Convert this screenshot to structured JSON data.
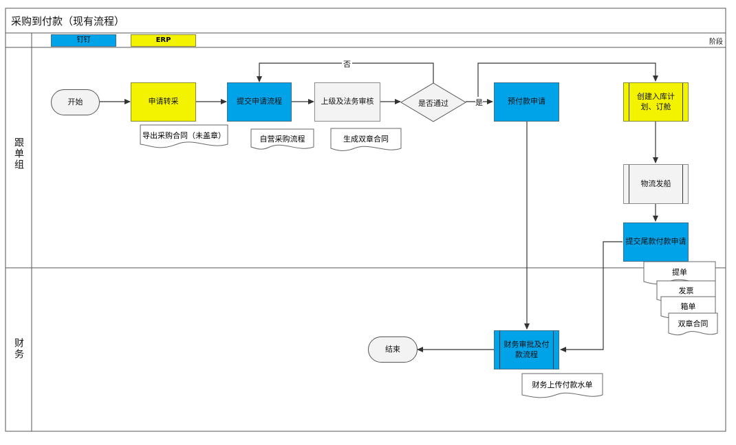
{
  "title": "采购到付款（现有流程）",
  "phase_bar": {
    "tags": [
      "钉钉",
      "ERP"
    ],
    "stage_label": "阶段"
  },
  "lanes": [
    "跟单组",
    "财务"
  ],
  "colors": {
    "process_blue": "#00a2e8",
    "process_yellow": "#f3f300",
    "process_gray": "#f3f3f3",
    "line": "#333333"
  },
  "nodes": {
    "start": "开始",
    "apply_transfer": "申请转采",
    "submit_flow": "提交申请流程",
    "review": "上级及法务审核",
    "decision": "是否通过",
    "prepay": "预付款申请",
    "create_order": [
      "创建入库计",
      "划、订舱"
    ],
    "shipping": "物流发船",
    "final_payment": "提交尾款付款申请",
    "finance_approve": [
      "财务审批及付",
      "款流程"
    ],
    "end": "结束"
  },
  "documents": {
    "export_contract": "导出采购合同（未盖章）",
    "self_purchase": "自营采购流程",
    "double_seal": "生成双章合同",
    "bill_of_lading": "提单",
    "invoice": "发票",
    "packing": "箱单",
    "double_seal_contract": "双章合同",
    "payment_slip": "财务上传付款水单"
  },
  "edge_labels": {
    "no": "否",
    "yes": "是"
  }
}
